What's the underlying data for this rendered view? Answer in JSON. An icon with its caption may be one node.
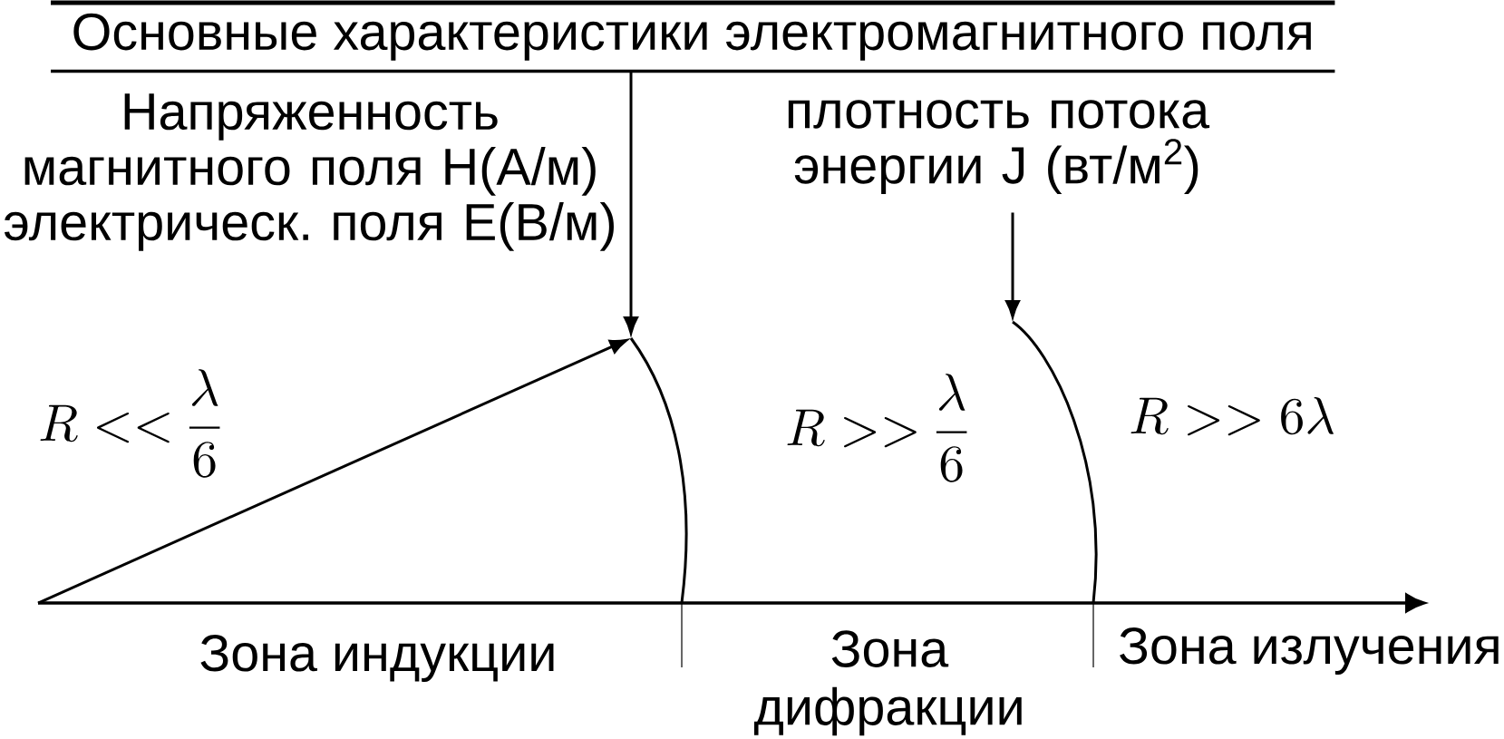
{
  "diagram": {
    "nodes": [
      {
        "text": [
          "Основные характеристики электромагнитного поля"
        ]
      },
      {
        "text": [
          "плотность потока энергии J (вт/м$^{2}$)"
        ]
      },
      {
        "text": [],
        "shape": "arc"
      },
      {
        "text": [],
        "shape": "arc"
      }
    ],
    "edges": [
      {
        "from": 0,
        "to": 2,
        "arrow": "to"
      },
      {
        "from": 1,
        "to": 3,
        "arrow": "to"
      },
      {
        "from": null,
        "to": 2,
        "arrow": "to"
      }
    ],
    "labels": [
      "Напряженность магнитного поля H(А/м) электрическ. поля E(В/м)",
      "R << \\frac{\\lambda}{6}",
      "R >> \\frac{\\lambda}{6}",
      "R >> 6\\lambda",
      "Зона индукции",
      "Зона дифракции",
      "Зона излучения"
    ]
  }
}
